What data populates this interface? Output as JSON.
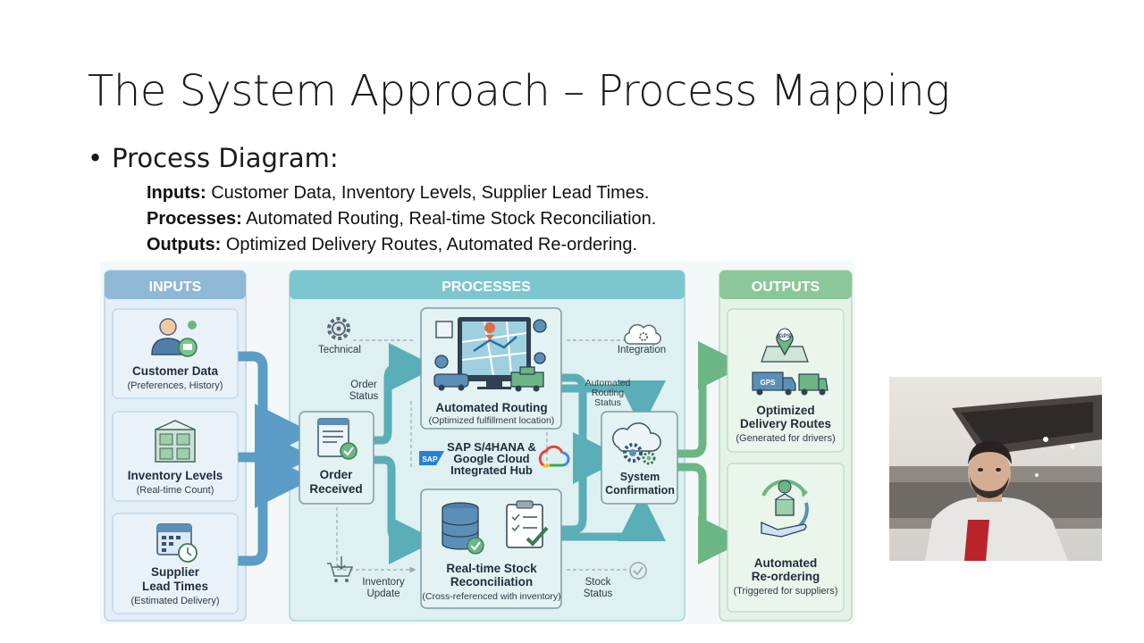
{
  "slide": {
    "title": "The System Approach – Process Mapping",
    "bullet_marker": "•",
    "bullet": "Process Diagram:",
    "lines": [
      {
        "label": "Inputs:",
        "text": " Customer Data, Inventory Levels, Supplier Lead Times."
      },
      {
        "label": "Processes:",
        "text": " Automated Routing, Real-time Stock Reconciliation."
      },
      {
        "label": "Outputs:",
        "text": " Optimized Delivery Routes, Automated Re-ordering."
      }
    ]
  },
  "diagram": {
    "inputs": {
      "header": "INPUTS",
      "items": [
        {
          "title": "Customer Data",
          "sub": "(Preferences, History)"
        },
        {
          "title": "Inventory Levels",
          "sub": "(Real-time Count)"
        },
        {
          "title1": "Supplier",
          "title2": "Lead Times",
          "sub": "(Estimated Delivery)"
        }
      ]
    },
    "processes": {
      "header": "PROCESSES",
      "order_received": {
        "line1": "Order",
        "line2": "Received"
      },
      "order_status": {
        "line1": "Order",
        "line2": "Status"
      },
      "technical": "Technical",
      "integration": "Integration",
      "routing": {
        "title": "Automated Routing",
        "sub": "(Optimized fulfillment location)"
      },
      "hub": {
        "line1": "SAP S/4HANA &",
        "line2": "Google Cloud",
        "line3": "Integrated Hub",
        "sap_mark": "SAP"
      },
      "routing_status": {
        "line1": "Automated",
        "line2": "Routing",
        "line3": "Status"
      },
      "system_confirmation": {
        "line1": "System",
        "line2": "Confirmation"
      },
      "stock": {
        "line1": "Real-time Stock",
        "line2": "Reconciliation",
        "sub": "(Cross-referenced with inventory)"
      },
      "inventory_update": {
        "line1": "Inventory",
        "line2": "Update"
      },
      "stock_status": {
        "line1": "Stock",
        "line2": "Status"
      }
    },
    "outputs": {
      "header": "OUTPUTS",
      "items": [
        {
          "title1": "Optimized",
          "title2": "Delivery Routes",
          "sub": "(Generated for drivers)",
          "gps": "GPS"
        },
        {
          "title1": "Automated",
          "title2": "Re-ordering",
          "sub": "(Triggered for suppliers)"
        }
      ]
    }
  },
  "colors": {
    "inputs_header": "#8fb8d6",
    "processes_header": "#7cc7cf",
    "outputs_header": "#8cc79a",
    "arrow_blue": "#5b9dc6",
    "arrow_teal": "#5aaeb8",
    "arrow_green": "#6cb585"
  },
  "icons": {
    "customer": "person-with-id-card-icon",
    "inventory": "boxes-on-shelf-icon",
    "supplier": "calendar-clock-icon",
    "order": "checklist-document-icon",
    "routing": "monitor-map-truck-icon",
    "technical": "gear-icon",
    "integration": "cloud-gear-icon",
    "stock": "database-clipboard-icon",
    "confirmation": "cloud-gears-icon",
    "delivery": "gps-truck-icon",
    "reorder": "hand-box-cycle-icon",
    "inventory_update": "cart-download-icon",
    "stock_status": "check-circle-icon",
    "google_cloud": "google-cloud-logo-icon"
  }
}
